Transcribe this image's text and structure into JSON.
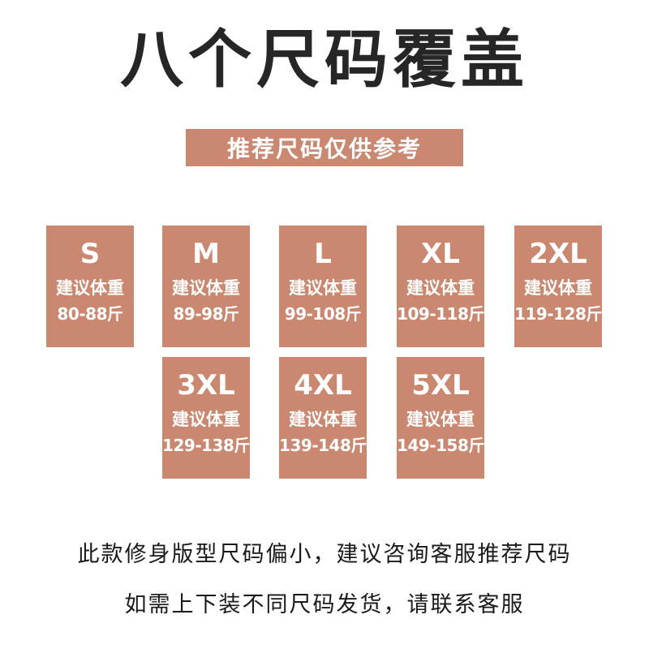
{
  "title": "八个尺码覆盖",
  "banner": "推荐尺码仅供参考",
  "sizes": [
    {
      "size": "S",
      "label": "建议体重",
      "range": "80-88斤"
    },
    {
      "size": "M",
      "label": "建议体重",
      "range": "89-98斤"
    },
    {
      "size": "L",
      "label": "建议体重",
      "range": "99-108斤"
    },
    {
      "size": "XL",
      "label": "建议体重",
      "range": "109-118斤"
    },
    {
      "size": "2XL",
      "label": "建议体重",
      "range": "119-128斤"
    },
    {
      "size": "3XL",
      "label": "建议体重",
      "range": "129-138斤"
    },
    {
      "size": "4XL",
      "label": "建议体重",
      "range": "139-148斤"
    },
    {
      "size": "5XL",
      "label": "建议体重",
      "range": "149-158斤"
    }
  ],
  "notes": [
    "此款修身版型尺码偏小，建议咨询客服推荐尺码",
    "如需上下装不同尺码发货，请联系客服"
  ],
  "colors": {
    "card": "#c9886f",
    "text": "#262626"
  }
}
